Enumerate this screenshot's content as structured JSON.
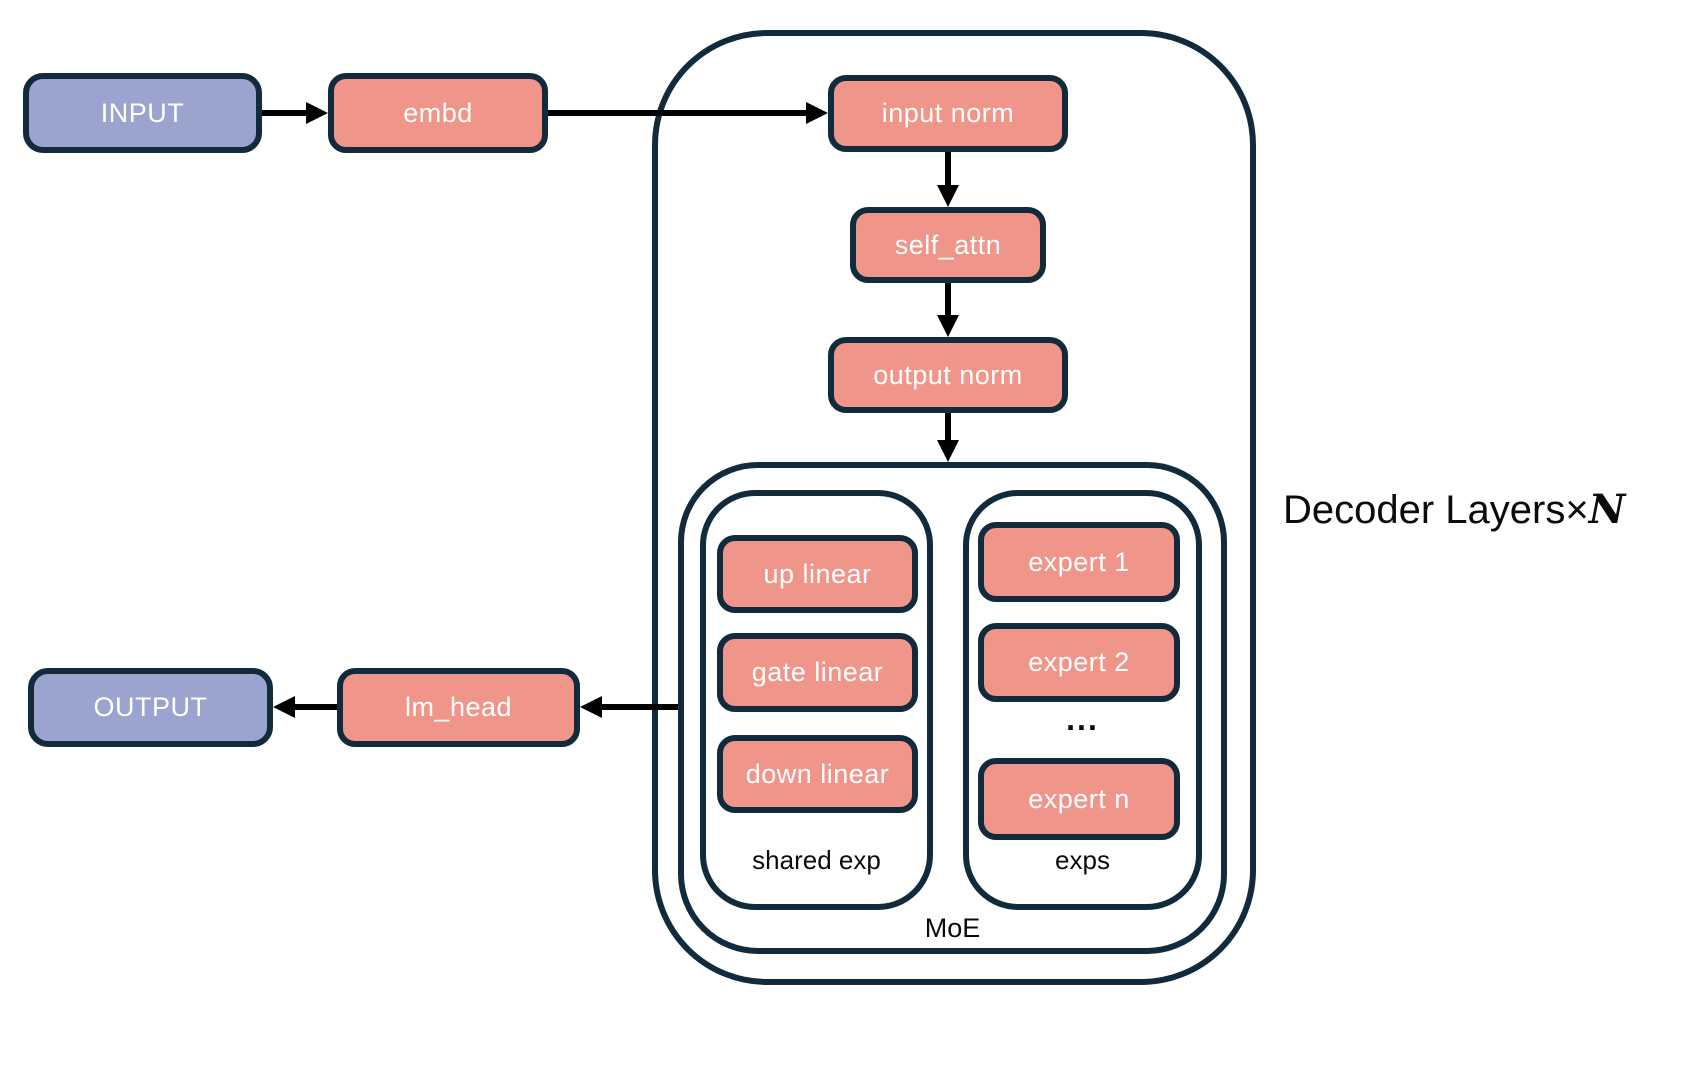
{
  "diagram": {
    "nodes": {
      "input": "INPUT",
      "embd": "embd",
      "input_norm": "input norm",
      "self_attn": "self_attn",
      "output_norm": "output norm",
      "up_linear": "up linear",
      "gate_linear": "gate linear",
      "down_linear": "down linear",
      "expert_1": "expert 1",
      "expert_2": "expert 2",
      "ellipsis": "...",
      "expert_n": "expert n",
      "lm_head": "lm_head",
      "output": "OUTPUT"
    },
    "labels": {
      "shared_exp": "shared exp",
      "exps": "exps",
      "moe": "MoE"
    },
    "annotation": {
      "prefix": "Decoder Layers",
      "times": "×",
      "n": "N"
    },
    "edges": [
      {
        "from": "INPUT",
        "to": "embd"
      },
      {
        "from": "embd",
        "to": "input norm"
      },
      {
        "from": "input norm",
        "to": "self_attn"
      },
      {
        "from": "self_attn",
        "to": "output norm"
      },
      {
        "from": "output norm",
        "to": "MoE"
      },
      {
        "from": "MoE",
        "to": "lm_head"
      },
      {
        "from": "lm_head",
        "to": "OUTPUT"
      }
    ],
    "colors": {
      "io_fill": "#9BA4CF",
      "block_fill": "#F0958A",
      "border": "#112A3C",
      "arrow": "#000000",
      "background": "#ffffff",
      "box_text": "#ffffff",
      "label_text": "#0b0b0b"
    }
  }
}
